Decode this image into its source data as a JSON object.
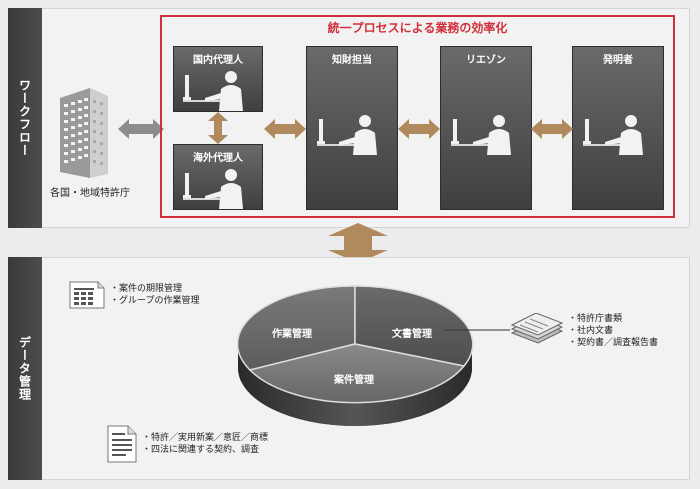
{
  "workflow": {
    "side_label": "ワークフロー",
    "process_title": "統一プロセスによる業務の効率化",
    "office_label": "各国・地域特許庁",
    "roles": {
      "domestic": "国内代理人",
      "overseas": "海外代理人",
      "ip_staff": "知財担当",
      "liaison": "リエゾン",
      "inventor": "発明者"
    }
  },
  "data_mgmt": {
    "side_label": "データ管理",
    "segments": {
      "work": "作業管理",
      "documents": "文書管理",
      "cases": "案件管理"
    },
    "work_notes": [
      "・案件の期限管理",
      "・グループの作業管理"
    ],
    "document_notes": [
      "・特許庁書類",
      "・社内文書",
      "・契約書／調査報告書"
    ],
    "case_notes": [
      "・特許／実用新案／意匠／商標",
      "・四法に関連する契約、調査"
    ]
  },
  "icons": {
    "office": "office-building-icon",
    "person": "person-at-computer-icon",
    "spreadsheet": "spreadsheet-icon",
    "documents": "document-stack-icon",
    "single_document": "document-icon"
  },
  "colors": {
    "accent_red": "#d0303c",
    "connector_brown": "#b08a5c",
    "connector_gray": "#8c8c8c",
    "dark_box": "#3f3f3f"
  }
}
